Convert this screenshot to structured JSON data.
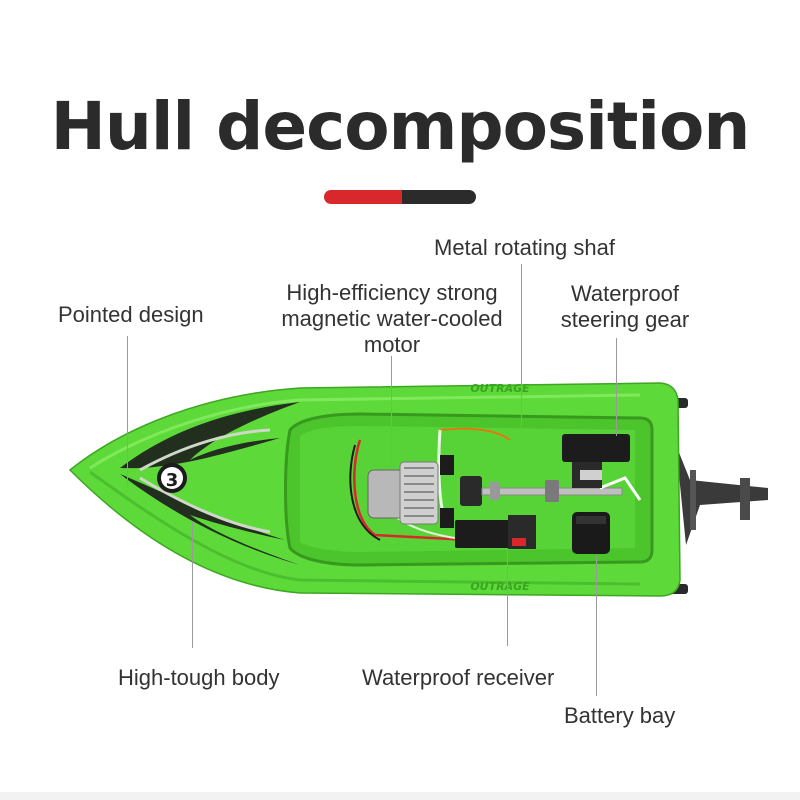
{
  "title": "Hull decomposition",
  "labels": {
    "pointed_design": "Pointed design",
    "motor_line1": "High-efficiency strong",
    "motor_line2": "magnetic water-cooled",
    "motor_line3": "motor",
    "metal_shaft": "Metal rotating shaf",
    "steering_line1": "Waterproof",
    "steering_line2": "steering  gear",
    "high_tough_body": "High-tough body",
    "waterproof_receiver": "Waterproof receiver",
    "battery_bay": "Battery bay"
  },
  "boat": {
    "number": "3",
    "side_text": "OUTRAGE"
  },
  "colors": {
    "hull": "#5fdc3a",
    "accent_red": "#d8282b",
    "accent_dark": "#2b2b2b"
  }
}
